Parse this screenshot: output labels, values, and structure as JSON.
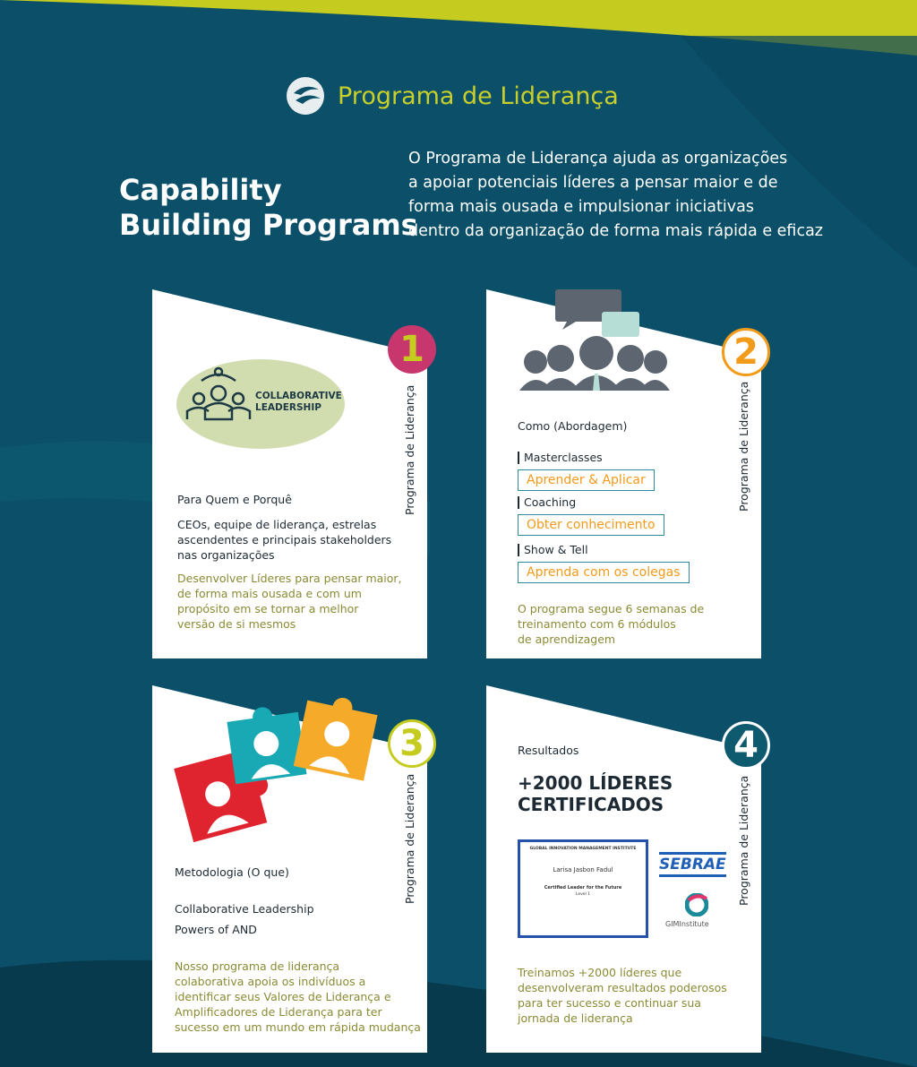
{
  "header": {
    "title": "Programa de Liderança",
    "heading_line1": "Capability",
    "heading_line2": "Building Programs",
    "description": [
      "O Programa de Liderança ajuda as organizações",
      "a apoiar potenciais líderes a pensar maior e de",
      "forma mais ousada e impulsionar iniciativas",
      "dentro da organização de forma mais rápida e eficaz"
    ]
  },
  "side_label": "Programa de Liderança",
  "colors": {
    "background": "#0b5068",
    "accent": "#c5cc1f",
    "orange": "#f29a1a",
    "pink": "#c8366e",
    "teal": "#0e5a6e"
  },
  "cards": [
    {
      "number": "1",
      "logo_text1": "COLLABORATIVE",
      "logo_text2": "LEADERSHIP",
      "label": "Para Quem e Porquê",
      "body": [
        "CEOs, equipe de liderança, estrelas",
        "ascendentes e principais stakeholders",
        "nas organizações"
      ],
      "highlight": [
        "Desenvolver Líderes para pensar maior,",
        "de forma mais ousada e com um",
        "propósito em se tornar a melhor",
        "versão de si mesmos"
      ]
    },
    {
      "number": "2",
      "label": "Como (Abordagem)",
      "items": [
        {
          "title": "Masterclasses",
          "tag": "Aprender & Aplicar"
        },
        {
          "title": "Coaching",
          "tag": "Obter conhecimento"
        },
        {
          "title": "Show & Tell",
          "tag": "Aprenda com os colegas"
        }
      ],
      "highlight": [
        "O programa segue 6 semanas de",
        "treinamento com 6 módulos",
        "de aprendizagem"
      ]
    },
    {
      "number": "3",
      "label": "Metodologia (O que)",
      "body": [
        "Collaborative Leadership",
        "Powers of AND"
      ],
      "highlight": [
        "Nosso programa de liderança",
        "colaborativa apoia os indivíduos a",
        "identificar seus Valores de Liderança e",
        "Amplificadores de Liderança para ter",
        "sucesso em um mundo em rápida mudança"
      ]
    },
    {
      "number": "4",
      "label": "Resultados",
      "headline1": "+2000 LÍDERES",
      "headline2": "CERTIFICADOS",
      "certificate": {
        "org": "GLOBAL INNOVATION MANAGEMENT INSTITUTE",
        "name": "Larisa Jasbon Fadul",
        "title": "Certified Leader for the Future",
        "level": "Level 1"
      },
      "logos": {
        "sebrae": "SEBRAE",
        "gimi": "GIMInstitute"
      },
      "highlight": [
        "Treinamos +2000 líderes que",
        "desenvolveram resultados poderosos",
        "para ter sucesso e continuar sua",
        "jornada de liderança"
      ]
    }
  ]
}
